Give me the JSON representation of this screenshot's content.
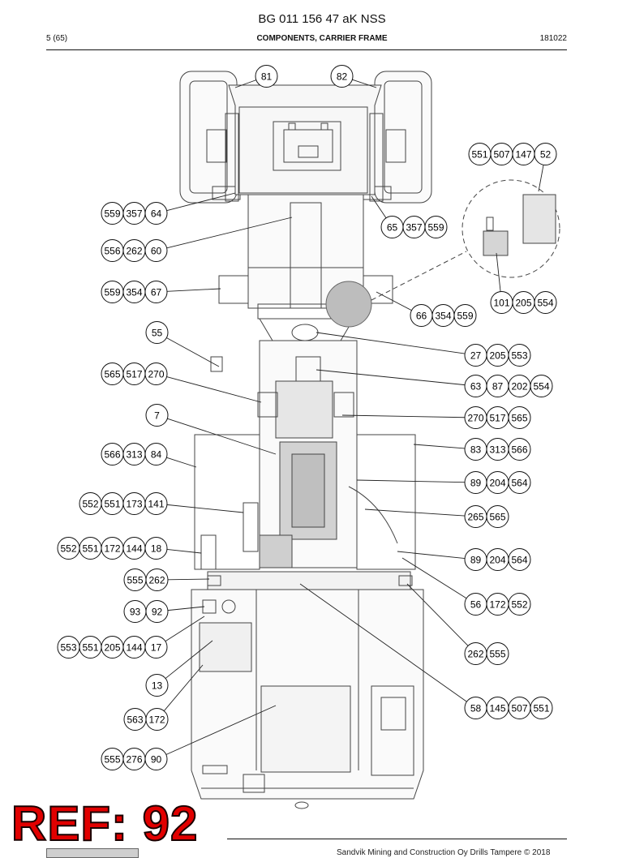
{
  "header": {
    "title": "BG 011 156 47 aK NSS",
    "page": "5 (65)",
    "section": "COMPONENTS, CARRIER FRAME",
    "date": "181022"
  },
  "footer": {
    "copyright": "Sandvik Mining and Construction Oy Drills Tampere © 2018"
  },
  "stamp": {
    "text": "REF: 92",
    "color": "#e10000"
  },
  "callouts": [
    {
      "id": "c81",
      "numbers": [
        "81"
      ]
    },
    {
      "id": "c82",
      "numbers": [
        "82"
      ]
    },
    {
      "id": "c52",
      "numbers": [
        "551",
        "507",
        "147",
        "52"
      ]
    },
    {
      "id": "c64",
      "numbers": [
        "559",
        "357",
        "64"
      ]
    },
    {
      "id": "c65",
      "numbers": [
        "65",
        "357",
        "559"
      ]
    },
    {
      "id": "c60",
      "numbers": [
        "556",
        "262",
        "60"
      ]
    },
    {
      "id": "c67",
      "numbers": [
        "559",
        "354",
        "67"
      ]
    },
    {
      "id": "c101",
      "numbers": [
        "101",
        "205",
        "554"
      ]
    },
    {
      "id": "c66",
      "numbers": [
        "66",
        "354",
        "559"
      ]
    },
    {
      "id": "c55",
      "numbers": [
        "55"
      ]
    },
    {
      "id": "c27",
      "numbers": [
        "27",
        "205",
        "553"
      ]
    },
    {
      "id": "c270a",
      "numbers": [
        "565",
        "517",
        "270"
      ]
    },
    {
      "id": "c63",
      "numbers": [
        "63",
        "87",
        "202",
        "554"
      ]
    },
    {
      "id": "c7",
      "numbers": [
        "7"
      ]
    },
    {
      "id": "c270b",
      "numbers": [
        "270",
        "517",
        "565"
      ]
    },
    {
      "id": "c84",
      "numbers": [
        "566",
        "313",
        "84"
      ]
    },
    {
      "id": "c83",
      "numbers": [
        "83",
        "313",
        "566"
      ]
    },
    {
      "id": "c89a",
      "numbers": [
        "89",
        "204",
        "564"
      ]
    },
    {
      "id": "c141",
      "numbers": [
        "552",
        "551",
        "173",
        "141"
      ]
    },
    {
      "id": "c265",
      "numbers": [
        "265",
        "565"
      ]
    },
    {
      "id": "c18",
      "numbers": [
        "552",
        "551",
        "172",
        "144",
        "18"
      ]
    },
    {
      "id": "c89b",
      "numbers": [
        "89",
        "204",
        "564"
      ]
    },
    {
      "id": "c262a",
      "numbers": [
        "555",
        "262"
      ]
    },
    {
      "id": "c56",
      "numbers": [
        "56",
        "172",
        "552"
      ]
    },
    {
      "id": "c92",
      "numbers": [
        "93",
        "92"
      ]
    },
    {
      "id": "c17",
      "numbers": [
        "553",
        "551",
        "205",
        "144",
        "17"
      ]
    },
    {
      "id": "c262b",
      "numbers": [
        "262",
        "555"
      ]
    },
    {
      "id": "c13",
      "numbers": [
        "13"
      ]
    },
    {
      "id": "c58",
      "numbers": [
        "58",
        "145",
        "507",
        "551"
      ]
    },
    {
      "id": "c172",
      "numbers": [
        "563",
        "172"
      ]
    },
    {
      "id": "c90",
      "numbers": [
        "555",
        "276",
        "90"
      ]
    }
  ]
}
